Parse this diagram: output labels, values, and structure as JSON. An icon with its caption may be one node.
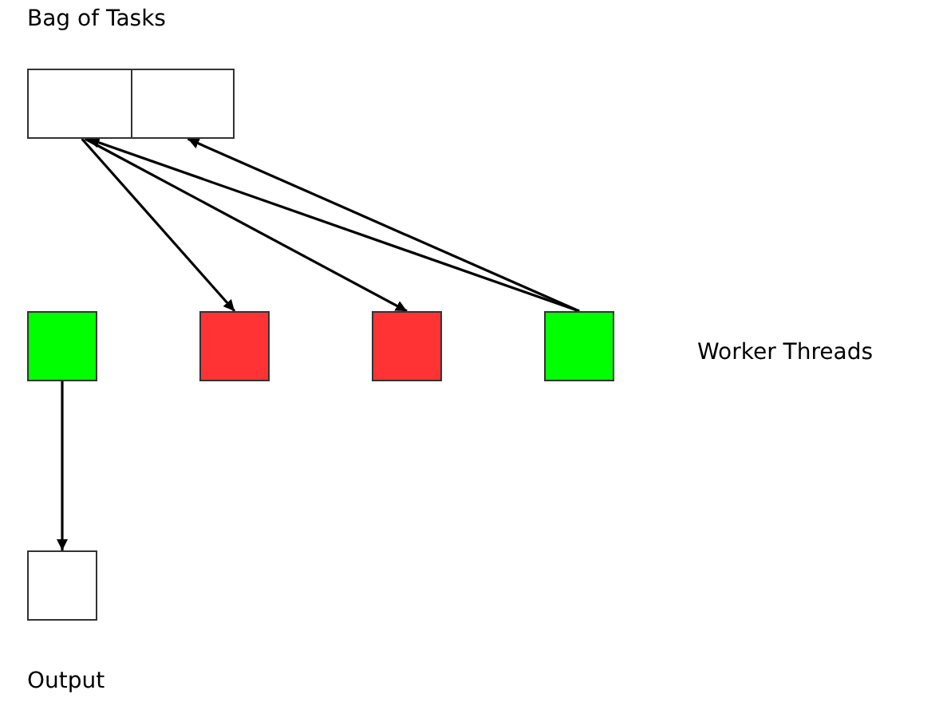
{
  "diagram": {
    "nodes": [
      {
        "text": [
          "Bag of Tasks"
        ]
      },
      {
        "text": [],
        "shape": "box",
        "in": 0
      },
      {
        "text": [],
        "shape": "box",
        "in": 0
      },
      {
        "text": [],
        "shape": "box"
      },
      {
        "text": [],
        "shape": "box"
      },
      {
        "text": [],
        "shape": "box"
      },
      {
        "text": [],
        "shape": "box"
      },
      {
        "text": [
          "Output"
        ]
      }
    ],
    "edges": [
      {
        "from": 1,
        "to": 4,
        "arrow": "to"
      },
      {
        "from": 1,
        "to": 5,
        "arrow": "to"
      },
      {
        "from": 6,
        "to": 1,
        "arrow": "to"
      },
      {
        "from": 6,
        "to": 2,
        "arrow": "to"
      },
      {
        "from": 3,
        "to": 7,
        "arrow": "to"
      }
    ],
    "labels": [
      "Worker Threads"
    ]
  }
}
